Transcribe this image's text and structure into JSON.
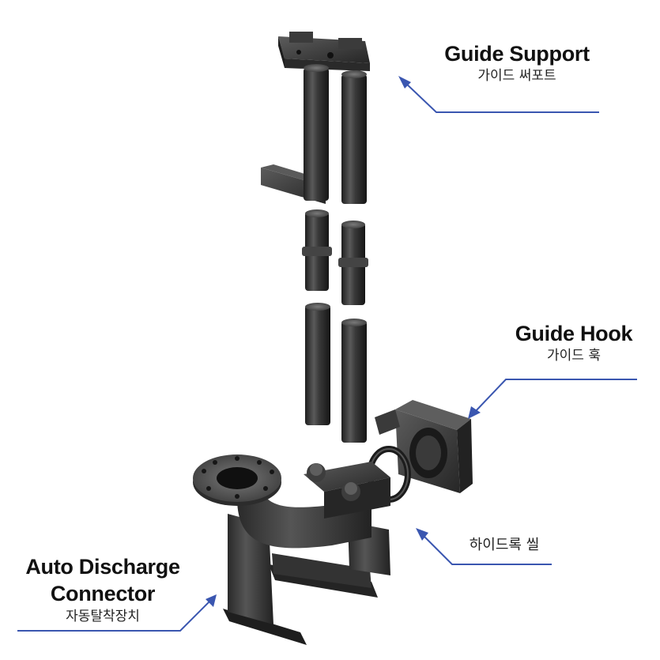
{
  "labels": {
    "guide_support": {
      "en": "Guide Support",
      "ko": "가이드 써포트"
    },
    "guide_hook": {
      "en": "Guide Hook",
      "ko": "가이드 훅"
    },
    "hydro_seal": {
      "ko": "하이드록 씰"
    },
    "auto_discharge": {
      "en_line1": "Auto Discharge",
      "en_line2": "Connector",
      "ko": "자동탈착장치"
    }
  },
  "colors": {
    "leader_line": "#3a56b0",
    "part_dark": "#2b2b2b",
    "part_mid": "#4a4a4a",
    "part_light": "#6e6e6e"
  }
}
